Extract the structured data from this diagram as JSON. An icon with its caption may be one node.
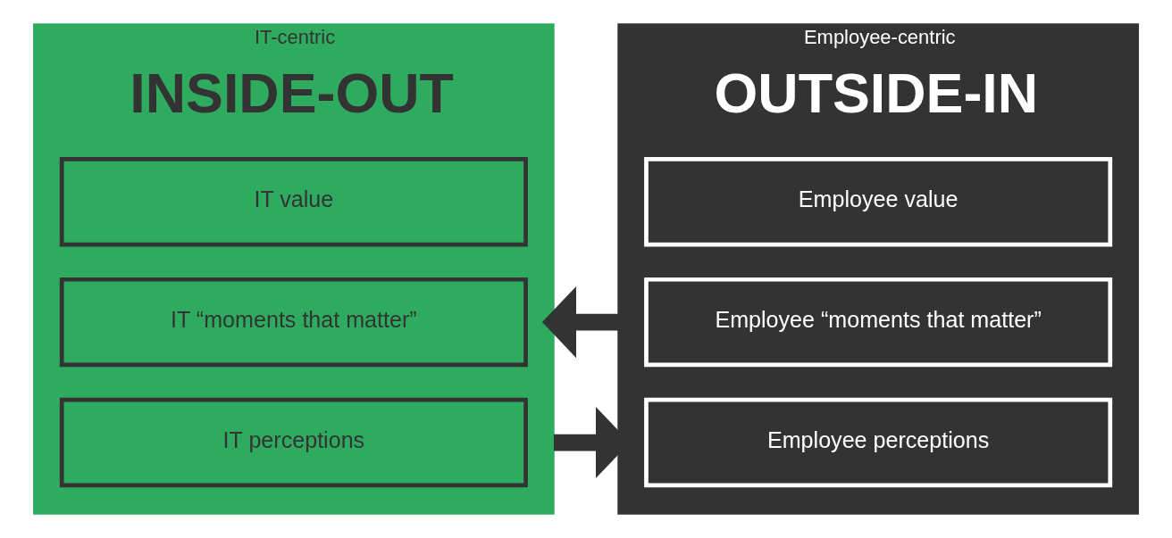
{
  "diagram": {
    "nodes": [
      {
        "text": [
          "IT-centric",
          "INSIDE-OUT"
        ]
      },
      {
        "text": [
          "IT perceptions"
        ],
        "in": 0
      },
      {
        "text": [
          "IT “moments that matter”"
        ],
        "in": 0
      },
      {
        "text": [
          "IT value"
        ],
        "in": 0
      },
      {
        "text": [
          "Employee-centric",
          "OUTSIDE-IN"
        ]
      },
      {
        "text": [
          "Employee perceptions"
        ],
        "in": 4
      },
      {
        "text": [
          "Employee “moments that matter”"
        ],
        "in": 4
      },
      {
        "text": [
          "Employee value"
        ],
        "in": 4
      }
    ],
    "edges": [
      {
        "from": 0,
        "to": 4,
        "arrow": "to"
      },
      {
        "from": 4,
        "to": 0,
        "arrow": "to"
      }
    ]
  }
}
